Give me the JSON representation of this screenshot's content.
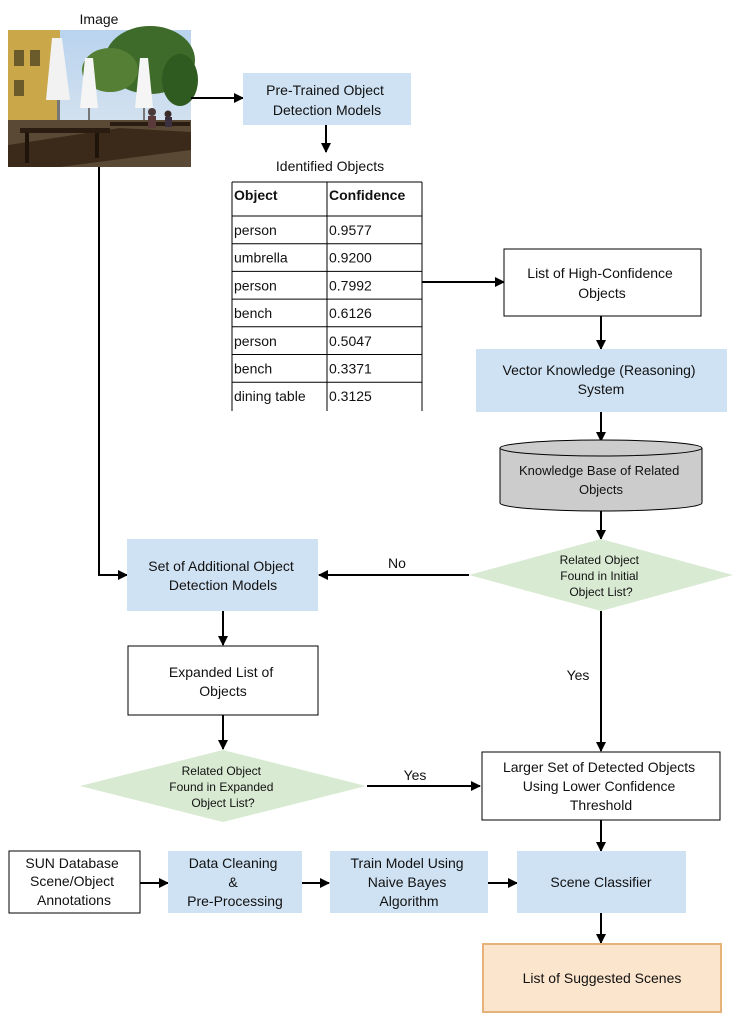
{
  "image_label": "Image",
  "nodes": {
    "pretrained": [
      "Pre-Trained Object",
      "Detection Models"
    ],
    "high_conf": [
      "List of High-Confidence",
      "Objects"
    ],
    "vector_kb": [
      "Vector Knowledge (Reasoning)",
      "System"
    ],
    "kb_related": [
      "Knowledge Base of Related",
      "Objects"
    ],
    "decision_initial": [
      "Related Object",
      "Found in Initial",
      "Object List?"
    ],
    "additional_models": [
      "Set of Additional Object",
      "Detection Models"
    ],
    "expanded_list": [
      "Expanded List of",
      "Objects"
    ],
    "decision_expanded": [
      "Related Object",
      "Found in Expanded",
      "Object List?"
    ],
    "larger_set": [
      "Larger Set of Detected Objects",
      "Using Lower Confidence",
      "Threshold"
    ],
    "sun_db": [
      "SUN Database",
      "Scene/Object",
      "Annotations"
    ],
    "data_cleaning": [
      "Data Cleaning",
      "&",
      "Pre-Processing"
    ],
    "train_model": [
      "Train Model Using",
      "Naive Bayes",
      "Algorithm"
    ],
    "scene_classifier": [
      "Scene Classifier"
    ],
    "suggested": [
      "List of Suggested Scenes"
    ]
  },
  "edge_labels": {
    "no": "No",
    "yes_down": "Yes",
    "yes_right": "Yes"
  },
  "table": {
    "caption": "Identified Objects",
    "headers": [
      "Object",
      "Confidence"
    ],
    "rows": [
      [
        "person",
        "0.9577"
      ],
      [
        "umbrella",
        "0.9200"
      ],
      [
        "person",
        "0.7992"
      ],
      [
        "bench",
        "0.6126"
      ],
      [
        "person",
        "0.5047"
      ],
      [
        "bench",
        "0.3371"
      ],
      [
        "dining table",
        "0.3125"
      ]
    ]
  },
  "colors": {
    "blue_fill": "#cfe2f3",
    "green_fill": "#d9ead3",
    "gray_fill": "#cccccc",
    "orange_fill": "#fce5cd",
    "orange_stroke": "#e6b27a"
  }
}
